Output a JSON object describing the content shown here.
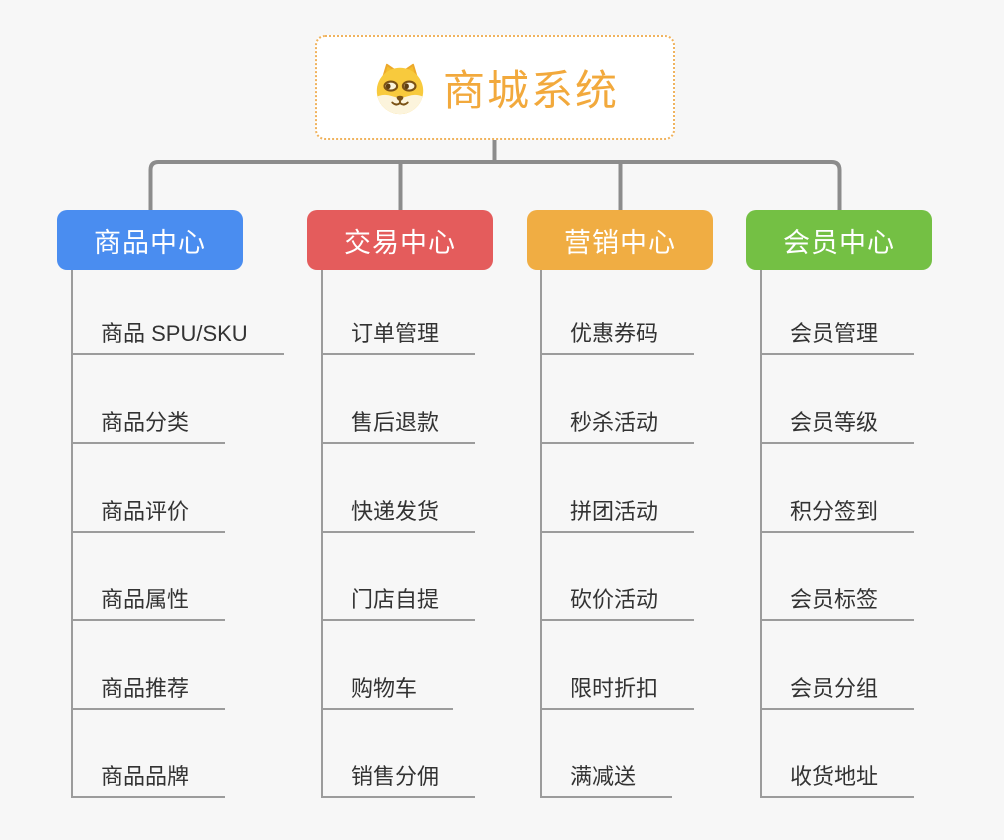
{
  "root": {
    "title": "商城系统",
    "icon": "dog-face-icon",
    "title_color": "#f2a93c",
    "border_color": "#f0b35e"
  },
  "branches": [
    {
      "label": "商品中心",
      "color": "#4a8df0",
      "items": [
        "商品 SPU/SKU",
        "商品分类",
        "商品评价",
        "商品属性",
        "商品推荐",
        "商品品牌"
      ]
    },
    {
      "label": "交易中心",
      "color": "#e45c5c",
      "items": [
        "订单管理",
        "售后退款",
        "快递发货",
        "门店自提",
        "购物车",
        "销售分佣"
      ]
    },
    {
      "label": "营销中心",
      "color": "#f0ad43",
      "items": [
        "优惠券码",
        "秒杀活动",
        "拼团活动",
        "砍价活动",
        "限时折扣",
        "满减送"
      ]
    },
    {
      "label": "会员中心",
      "color": "#74c044",
      "items": [
        "会员管理",
        "会员等级",
        "积分签到",
        "会员标签",
        "会员分组",
        "收货地址"
      ]
    }
  ],
  "theme": {
    "background": "#f7f7f7",
    "connector_color": "#8c8c8c",
    "underline_color": "#9c9c9c",
    "leaf_text_color": "#333333"
  }
}
